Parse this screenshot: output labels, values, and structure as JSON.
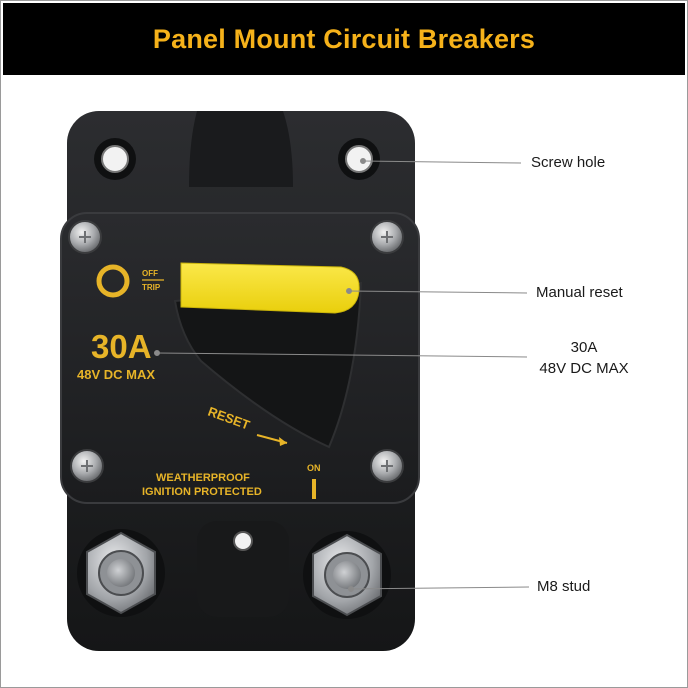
{
  "header": {
    "title": "Panel Mount Circuit Breakers"
  },
  "breaker": {
    "switch_off_label": "OFF",
    "switch_trip_label": "TRIP",
    "rating": "30A",
    "voltage": "48V DC MAX",
    "reset_label": "RESET",
    "on_label": "ON",
    "feature_line1": "WEATHERPROOF",
    "feature_line2": "IGNITION PROTECTED",
    "lever_color": "#f5dc17",
    "print_color": "#e7b428",
    "body_color": "#1e1f21"
  },
  "callouts": {
    "screw_hole": "Screw hole",
    "manual_reset": "Manual reset",
    "rating_line1": "30A",
    "rating_line2": "48V DC MAX",
    "m8_stud": "M8 stud"
  }
}
